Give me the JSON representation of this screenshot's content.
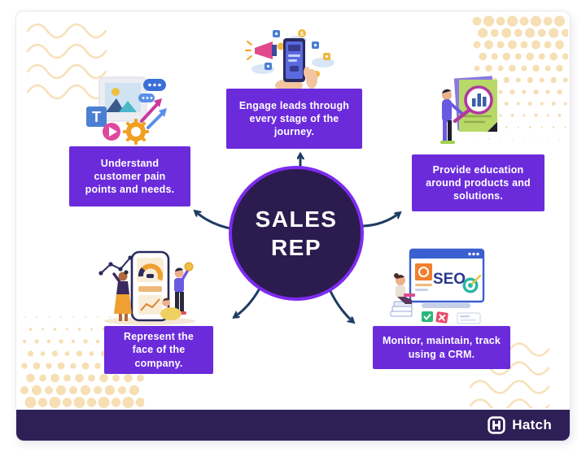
{
  "center": {
    "label": "SALES\nREP"
  },
  "nodes": [
    {
      "id": "understand",
      "label": "Understand customer pain points and needs."
    },
    {
      "id": "engage",
      "label": "Engage leads through every stage of the journey."
    },
    {
      "id": "provide",
      "label": "Provide education around products and solutions."
    },
    {
      "id": "represent",
      "label": "Represent the face of the company."
    },
    {
      "id": "monitor",
      "label": "Monitor, maintain, track using a CRM."
    }
  ],
  "footer": {
    "brand": "Hatch"
  },
  "colors": {
    "node_purple": "#6b2bdb",
    "hub_fill": "#2b1b4e",
    "hub_border": "#7d2bf0",
    "footer_bg": "#2e2057",
    "arrow": "#1d3c63",
    "decor_cream": "#f7e1ba"
  },
  "illustrations": [
    {
      "name": "content-creation-illustration"
    },
    {
      "name": "social-media-phone-illustration"
    },
    {
      "name": "document-research-illustration"
    },
    {
      "name": "analytics-dashboard-illustration"
    },
    {
      "name": "seo-browser-illustration"
    }
  ]
}
